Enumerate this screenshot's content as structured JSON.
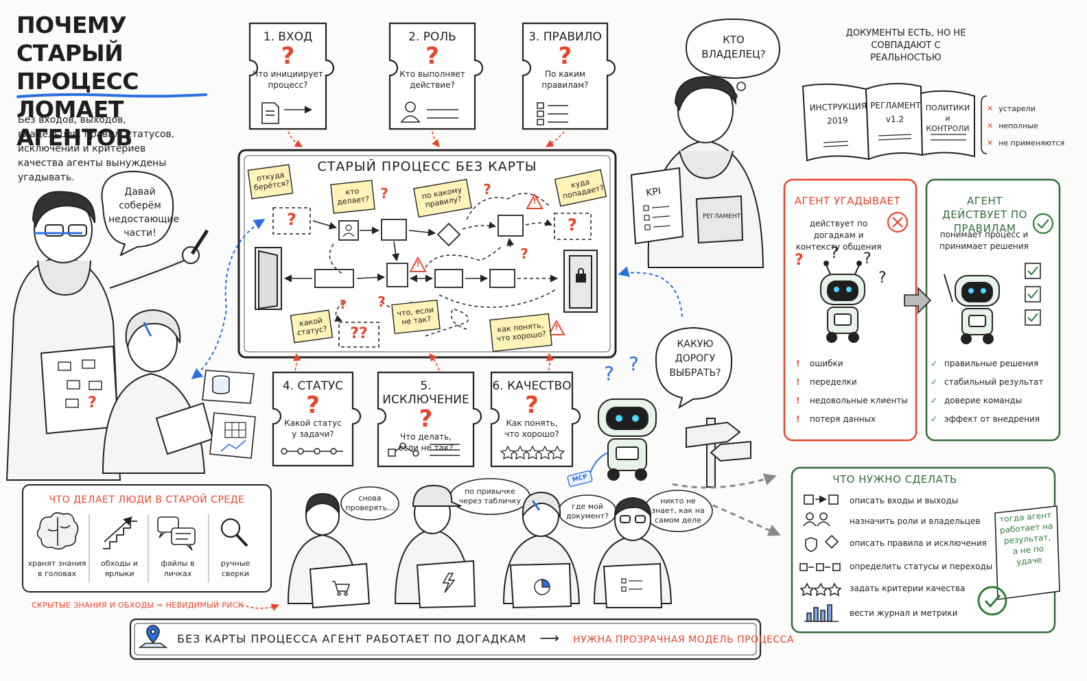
{
  "title": {
    "line1": "ПОЧЕМУ",
    "line2": "СТАРЫЙ ПРОЦЕСС",
    "line3": "ЛОМАЕТ АГЕНТОВ"
  },
  "intro": "Без входов, выходов, владельцев, правил, статусов, исключений и критериев качества агенты вынуждены угадывать.",
  "bubbles": {
    "lead": "Давай соберём недостающие части!",
    "owner": "КТО ВЛАДЕЛЕЦ?",
    "road": "КАКУЮ ДОРОГУ ВЫБРАТЬ?"
  },
  "puzzle_top": [
    {
      "title": "1. ВХОД",
      "mark": "?",
      "text": "Что инициирует процесс?"
    },
    {
      "title": "2. РОЛЬ",
      "mark": "?",
      "text": "Кто выполняет действие?"
    },
    {
      "title": "3. ПРАВИЛО",
      "mark": "?",
      "text": "По каким правилам?"
    }
  ],
  "puzzle_bottom": [
    {
      "title": "4. СТАТУС",
      "mark": "?",
      "text": "Какой статус у задачи?"
    },
    {
      "title": "5. ИСКЛЮЧЕНИЕ",
      "mark": "?",
      "text": "Что делать, если не так?"
    },
    {
      "title": "6. КАЧЕСТВО",
      "mark": "?",
      "text": "Как понять, что хорошо?"
    }
  ],
  "map": {
    "title": "СТАРЫЙ ПРОЦЕСС БЕЗ КАРТЫ",
    "notes": {
      "source": "откуда берётся?",
      "who": "кто делает?",
      "rule": "по какому правилу?",
      "target": "куда попадает?",
      "status": "какой статус?",
      "whatif": "что, если не так?",
      "good": "как понять, что хорошо?"
    },
    "marks": {
      "q": "?",
      "qq": "??",
      "warn": "!"
    }
  },
  "docs": {
    "heading": "ДОКУМЕНТЫ ЕСТЬ, НО НЕ СОВПАДАЮТ С РЕАЛЬНОСТЬЮ",
    "books": [
      "ИНСТРУКЦИЯ 2019",
      "РЕГЛАМЕНТ v1.2",
      "ПОЛИТИКИ и КОНТРОЛИ"
    ],
    "issues": [
      "устарели",
      "неполные",
      "не применяются"
    ],
    "issue_mark": "✕"
  },
  "owner_props": {
    "clipboard": "KPI",
    "folder": "РЕГЛАМЕНТ"
  },
  "agent_guess": {
    "title": "АГЕНТ УГАДЫВАЕТ",
    "subtitle": "действует по догадкам и контексту общения",
    "items": [
      "ошибки",
      "переделки",
      "недовольные клиенты",
      "потеря данных"
    ],
    "item_mark": "!"
  },
  "agent_rules": {
    "title": "АГЕНТ ДЕЙСТВУЕТ ПО ПРАВИЛАМ",
    "subtitle": "понимает процесс и принимает решения",
    "items": [
      "правильные решения",
      "стабильный результат",
      "доверие команды",
      "эффект от внедрения"
    ],
    "item_mark": "✓"
  },
  "todo": {
    "title": "ЧТО НУЖНО СДЕЛАТЬ",
    "items": [
      "описать входы и выходы",
      "назначить роли и владельцев",
      "описать правила и исключения",
      "определить статусы и переходы",
      "задать критерии качества",
      "вести журнал и метрики"
    ],
    "sticky": "тогда агент работает на результат, а не по удаче"
  },
  "people": {
    "title": "ЧТО ДЕЛАЕТ ЛЮДИ В СТАРОЙ СРЕДЕ",
    "items": [
      "хранят знания в головах",
      "обходы и ярлыки",
      "файлы в личках",
      "ручные сверки"
    ],
    "risk": "СКРЫТЫЕ ЗНАНИЯ И ОБХОДЫ = НЕВИДИМЫЙ РИСК"
  },
  "worker_bubbles": [
    "снова проверять...",
    "по привычке через табличку",
    "где мой документ?",
    "никто не знает, как на самом деле"
  ],
  "robot_tag": "MCP",
  "bottom_banner": {
    "left": "БЕЗ КАРТЫ ПРОЦЕССА АГЕНТ РАБОТАЕТ ПО ДОГАДКАМ",
    "arrow": "⟶",
    "right": "НУЖНА ПРОЗРАЧНАЯ МОДЕЛЬ ПРОЦЕССА"
  },
  "colors": {
    "red": "#e8442a",
    "green": "#2e7d3a",
    "dark_green": "#2e6b3a",
    "blue": "#2a6fe0",
    "note_yellow": "#fff3b8",
    "ink": "#1e1e1e"
  }
}
